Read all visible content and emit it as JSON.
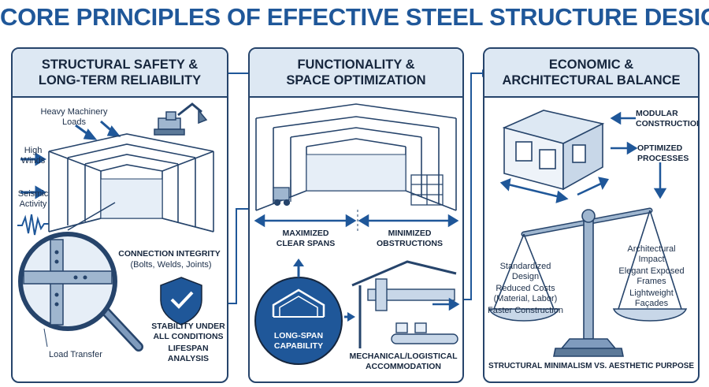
{
  "title": "CORE PRINCIPLES OF EFFECTIVE STEEL STRUCTURE DESIGN",
  "colors": {
    "accent": "#1f5799",
    "outline": "#26446b",
    "header_fill": "#dde8f3",
    "steel": "#9fb6cf"
  },
  "panel1": {
    "heading": "STRUCTURAL SAFETY &\nLONG-TERM RELIABILITY",
    "loads": "Heavy Machinery\nLoads",
    "winds": "High\nWinds",
    "seismic": "Seismic\nActivity",
    "connection_title": "CONNECTION INTEGRITY",
    "connection_sub": "(Bolts, Welds, Joints)",
    "stability": "STABILITY UNDER\nALL CONDITIONS",
    "lifespan": "LIFESPAN\nANALYSIS",
    "load_transfer": "Load Transfer"
  },
  "panel2": {
    "heading": "FUNCTIONALITY &\nSPACE OPTIMIZATION",
    "spans": "MAXIMIZED\nCLEAR SPANS",
    "obstructions": "MINIMIZED\nOBSTRUCTIONS",
    "long_span": "LONG-SPAN\nCAPABILITY",
    "mechanical": "MECHANICAL/LOGISTICAL\nACCOMMODATION"
  },
  "panel3": {
    "heading": "ECONOMIC &\nARCHITECTURAL BALANCE",
    "modular": "MODULAR\nCONSTRUCTION",
    "optimized": "OPTIMIZED\nPROCESSES",
    "standardized": "Standardized\nDesign",
    "reduced_costs": "Reduced Costs\n(Material, Labor)",
    "faster": "Faster Construction",
    "arch_impact": "Architectural\nImpact",
    "elegant": "Elegant Exposed\nFrames",
    "lightweight": "Lightweight\nFaçades",
    "footer": "STRUCTURAL MINIMALISM VS. AESTHETIC PURPOSE"
  }
}
